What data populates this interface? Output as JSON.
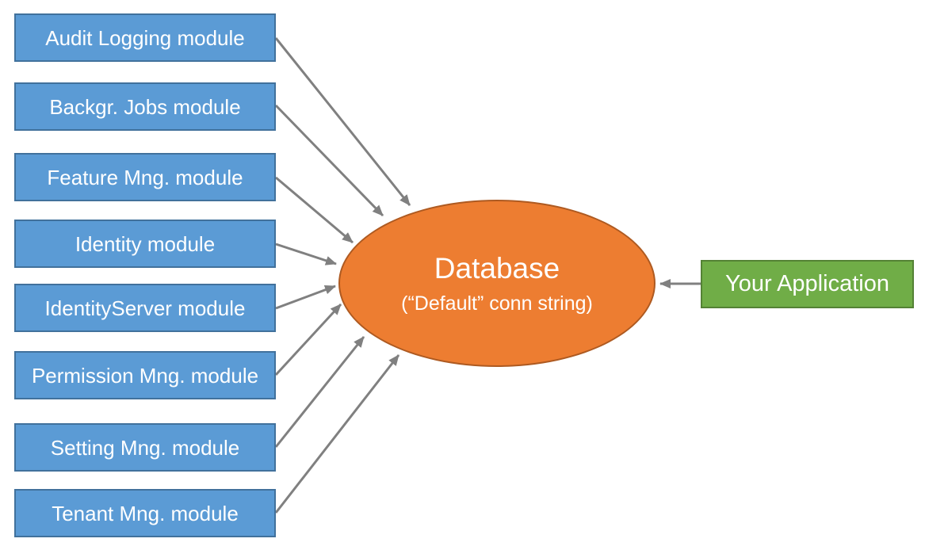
{
  "modules": [
    {
      "label": "Audit Logging module"
    },
    {
      "label": "Backgr. Jobs module"
    },
    {
      "label": "Feature Mng. module"
    },
    {
      "label": "Identity module"
    },
    {
      "label": "IdentityServer module"
    },
    {
      "label": "Permission Mng. module"
    },
    {
      "label": "Setting Mng. module"
    },
    {
      "label": "Tenant Mng. module"
    }
  ],
  "database": {
    "title": "Database",
    "subtitle": "(“Default” conn string)"
  },
  "application": {
    "label": "Your Application"
  },
  "edges": [
    {
      "from": "Audit Logging module",
      "to": "Database"
    },
    {
      "from": "Backgr. Jobs module",
      "to": "Database"
    },
    {
      "from": "Feature Mng. module",
      "to": "Database"
    },
    {
      "from": "Identity module",
      "to": "Database"
    },
    {
      "from": "IdentityServer module",
      "to": "Database"
    },
    {
      "from": "Permission Mng. module",
      "to": "Database"
    },
    {
      "from": "Setting Mng. module",
      "to": "Database"
    },
    {
      "from": "Tenant Mng. module",
      "to": "Database"
    },
    {
      "from": "Your Application",
      "to": "Database"
    }
  ],
  "colors": {
    "module_fill": "#5B9BD5",
    "module_border": "#41719C",
    "database_fill": "#ED7D31",
    "database_border": "#AE5A21",
    "application_fill": "#70AD47",
    "application_border": "#548235",
    "arrow": "#808080",
    "text": "#FFFFFF"
  }
}
